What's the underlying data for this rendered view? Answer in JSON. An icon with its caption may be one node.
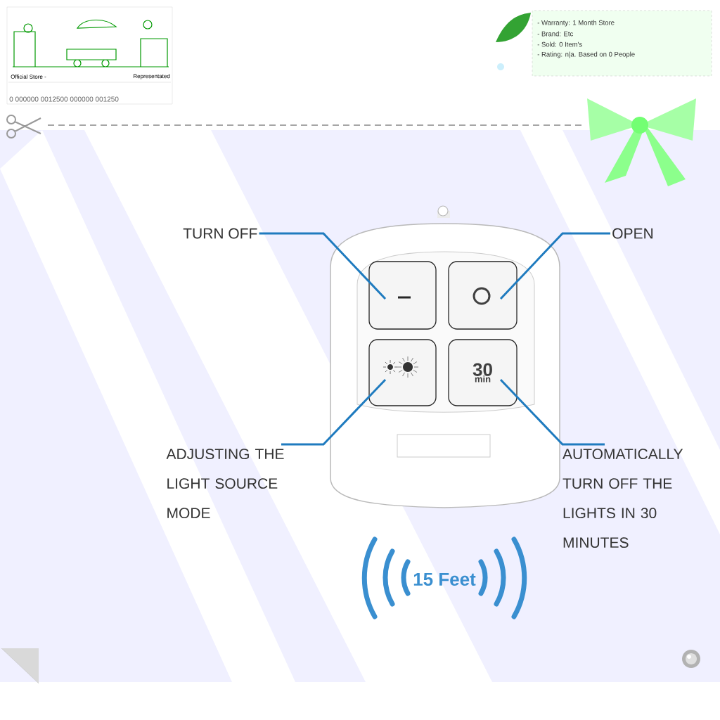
{
  "diagram": {
    "nodes": [
      {
        "text": [
          "TURN OFF"
        ]
      },
      {
        "text": [
          "OPEN"
        ]
      },
      {
        "text": [
          "ADJUSTING THE LIGHT SOURCE MODE"
        ]
      },
      {
        "text": [
          "AUTOMATICALLY TURN OFF THE LIGHTS IN 30 MINUTES"
        ]
      },
      {
        "text": [],
        "shape": "picture"
      },
      {
        "text": [],
        "shape": "box",
        "in": 4
      },
      {
        "text": [],
        "shape": "box",
        "in": 4
      },
      {
        "text": [],
        "shape": "box",
        "in": 4
      },
      {
        "text": [
          "30",
          "min"
        ],
        "in": 4
      }
    ],
    "edges": [
      {
        "from": 0,
        "to": 5,
        "arrow": "none"
      },
      {
        "from": 1,
        "to": 6,
        "arrow": "none"
      },
      {
        "from": 2,
        "to": 7,
        "arrow": "none"
      },
      {
        "from": 3,
        "to": 8,
        "arrow": "none"
      }
    ],
    "labels": [
      "Official Store -",
      "Representated",
      "0 000000 0012500 000000 001250",
      "- Warranty: 1 Month Store",
      "- Brand: Etc",
      "- Sold: 0 Item's",
      "- Rating: n|a. Based on 0 People",
      "15 Feet"
    ]
  }
}
